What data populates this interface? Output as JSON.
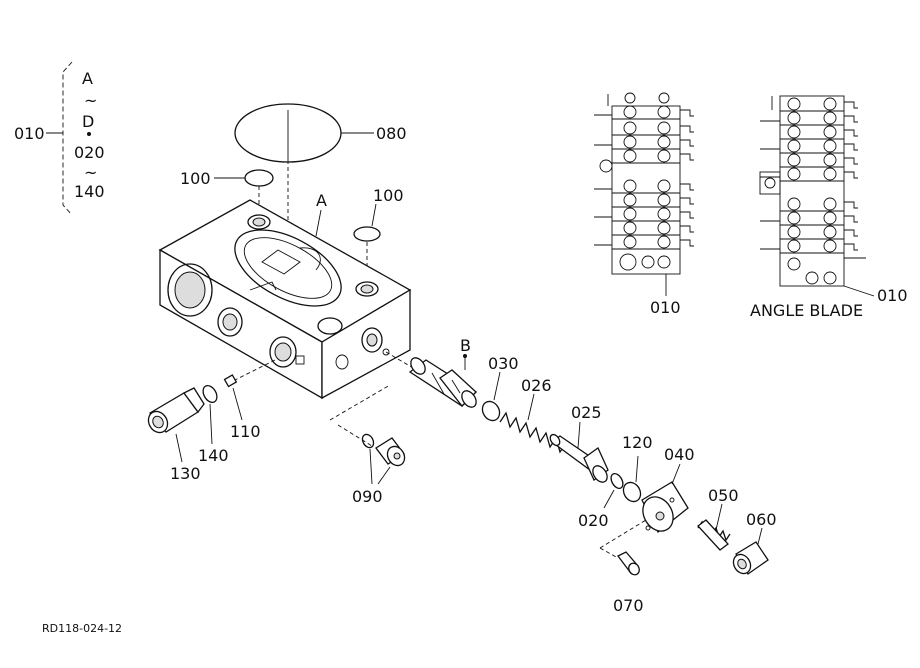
{
  "labels": {
    "p010_left": "010",
    "range_a": "A",
    "tilde1": "~",
    "range_d": "D",
    "range_020": "020",
    "tilde2": "~",
    "range_140": "140",
    "p080": "080",
    "p100_left": "100",
    "p100_right": "100",
    "marker_a": "A",
    "marker_b": "B",
    "p030": "030",
    "p026": "026",
    "p025": "025",
    "p120": "120",
    "p040": "040",
    "p050": "050",
    "p060": "060",
    "p020": "020",
    "p070": "070",
    "p090": "090",
    "p110": "110",
    "p140": "140",
    "p130": "130",
    "p010_mid": "010",
    "angle_blade": "ANGLE BLADE",
    "p010_right": "010",
    "drawing_code": "RD118-024-12"
  }
}
